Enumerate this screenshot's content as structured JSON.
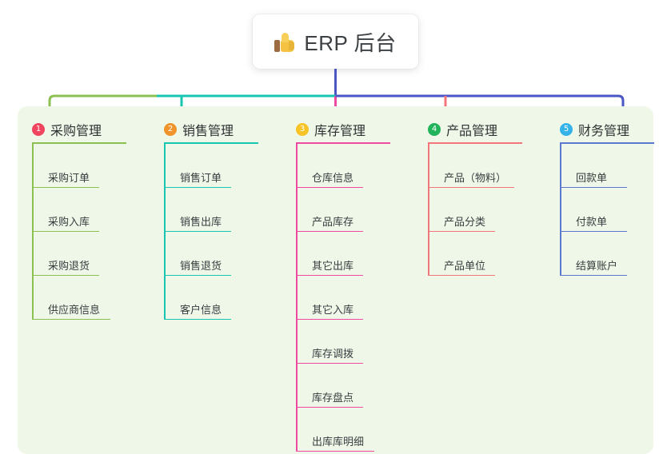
{
  "root": {
    "icon": "thumbs-up-icon",
    "title": "ERP 后台"
  },
  "theme": {
    "panel_bg": "#eef7e8",
    "card_bg": "#ffffff",
    "text": "#3c4043",
    "root_connector": "#4a56c4",
    "trunk_green": "#8cc152",
    "trunk_teal": "#10c4a8",
    "trunk_blue": "#4a56c4"
  },
  "columns": [
    {
      "index": "1",
      "label": "采购管理",
      "badge_color": "#f0445f",
      "line_color": "#8cc152",
      "head_rule_width": 118,
      "drop_color": "#8cc152",
      "items": [
        {
          "label": "采购订单",
          "rule_width": 84
        },
        {
          "label": "采购入库",
          "rule_width": 84
        },
        {
          "label": "采购退货",
          "rule_width": 84
        },
        {
          "label": "供应商信息",
          "rule_width": 98
        }
      ]
    },
    {
      "index": "2",
      "label": "销售管理",
      "badge_color": "#f0932b",
      "line_color": "#16c6b0",
      "head_rule_width": 118,
      "drop_color": "#16c6b0",
      "items": [
        {
          "label": "销售订单",
          "rule_width": 84
        },
        {
          "label": "销售出库",
          "rule_width": 84
        },
        {
          "label": "销售退货",
          "rule_width": 84
        },
        {
          "label": "客户信息",
          "rule_width": 84
        }
      ]
    },
    {
      "index": "3",
      "label": "库存管理",
      "badge_color": "#f7c325",
      "line_color": "#ef49a1",
      "head_rule_width": 118,
      "drop_color": "#ef49a1",
      "items": [
        {
          "label": "仓库信息",
          "rule_width": 84
        },
        {
          "label": "产品库存",
          "rule_width": 84
        },
        {
          "label": "其它出库",
          "rule_width": 84
        },
        {
          "label": "其它入库",
          "rule_width": 84
        },
        {
          "label": "库存调拨",
          "rule_width": 84
        },
        {
          "label": "库存盘点",
          "rule_width": 84
        },
        {
          "label": "出库库明细",
          "rule_width": 98
        }
      ]
    },
    {
      "index": "4",
      "label": "产品管理",
      "badge_color": "#21b35a",
      "line_color": "#f4767a",
      "head_rule_width": 118,
      "drop_color": "#f4767a",
      "items": [
        {
          "label": "产品（物料）",
          "rule_width": 108
        },
        {
          "label": "产品分类",
          "rule_width": 84
        },
        {
          "label": "产品单位",
          "rule_width": 84
        }
      ]
    },
    {
      "index": "5",
      "label": "财务管理",
      "badge_color": "#33b3e8",
      "line_color": "#5a78cf",
      "head_rule_width": 118,
      "drop_color": "#5a78cf",
      "items": [
        {
          "label": "回款单",
          "rule_width": 84
        },
        {
          "label": "付款单",
          "rule_width": 84
        },
        {
          "label": "结算账户",
          "rule_width": 84
        }
      ]
    }
  ]
}
